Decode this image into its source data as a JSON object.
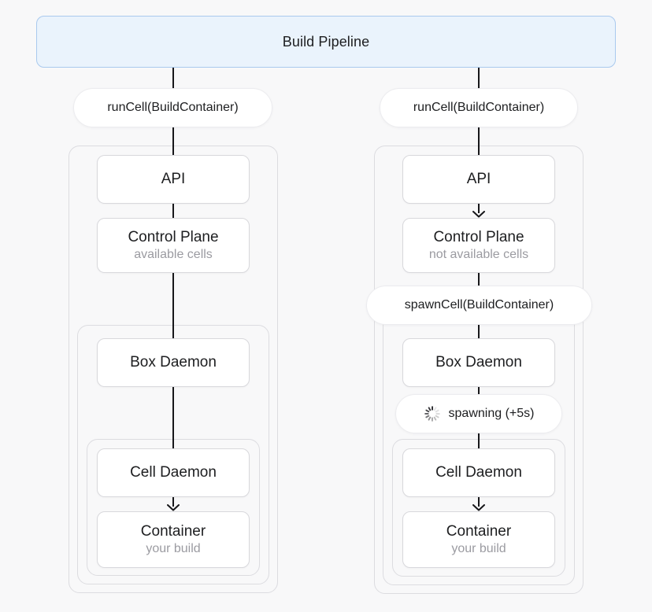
{
  "header": {
    "title": "Build Pipeline"
  },
  "left_flow": {
    "call_pill": "runCell(BuildContainer)",
    "api": {
      "title": "API"
    },
    "control_plane": {
      "title": "Control Plane",
      "subtitle": "available cells"
    },
    "box_daemon": {
      "title": "Box Daemon"
    },
    "cell_daemon": {
      "title": "Cell Daemon"
    },
    "container": {
      "title": "Container",
      "subtitle": "your build"
    }
  },
  "right_flow": {
    "call_pill": "runCell(BuildContainer)",
    "api": {
      "title": "API"
    },
    "control_plane": {
      "title": "Control Plane",
      "subtitle": "not available cells"
    },
    "spawn_pill": "spawnCell(BuildContainer)",
    "box_daemon": {
      "title": "Box Daemon"
    },
    "spawning_pill": "spawning (+5s)",
    "cell_daemon": {
      "title": "Cell Daemon"
    },
    "container": {
      "title": "Container",
      "subtitle": "your build"
    }
  },
  "icons": {
    "spinner": "loading-spinner-icon"
  },
  "colors": {
    "page_bg": "#f8f8f9",
    "header_bg": "#eaf3fc",
    "header_border": "#a9c9ee",
    "node_bg": "#ffffff",
    "node_border": "#d8d8dc",
    "pill_border": "#ececef",
    "group_border": "#dcdce0",
    "line": "#17171a",
    "title_text": "#1d1e20",
    "subtitle_text": "#9b9ba1"
  }
}
